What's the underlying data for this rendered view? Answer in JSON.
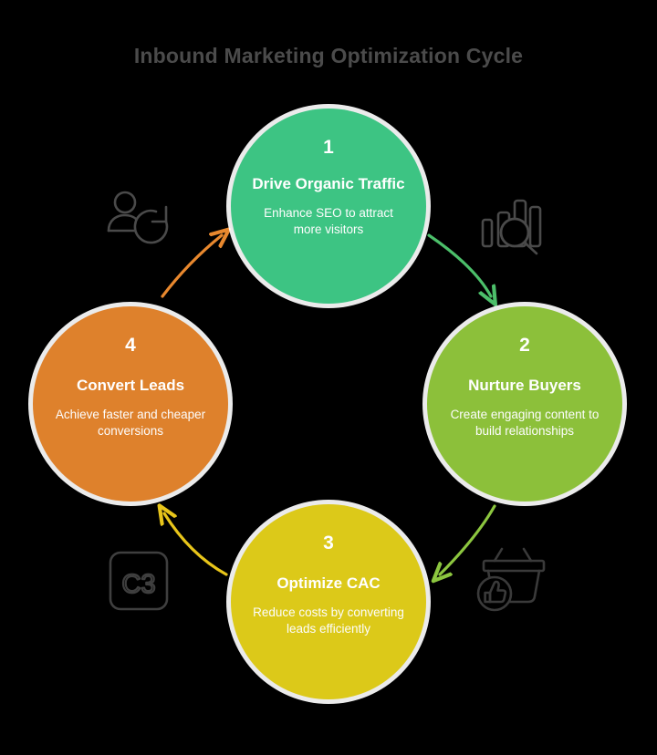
{
  "title": "Inbound Marketing Optimization Cycle",
  "background_color": "#000000",
  "title_color": "#4b4b4b",
  "chart_data": {
    "type": "diagram",
    "layout": "circular-cycle",
    "title": "Inbound Marketing Optimization Cycle",
    "steps": [
      {
        "number": "1",
        "label": "Drive Organic Traffic",
        "description": "Enhance SEO to attract more visitors",
        "color": "#3dc483",
        "position": "top"
      },
      {
        "number": "2",
        "label": "Nurture Buyers",
        "description": "Create engaging content to build relationships",
        "color": "#8cc03a",
        "position": "right"
      },
      {
        "number": "3",
        "label": "Optimize CAC",
        "description": "Reduce costs by converting leads efficiently",
        "color": "#dcc919",
        "position": "bottom"
      },
      {
        "number": "4",
        "label": "Convert Leads",
        "description": "Achieve faster and cheaper conversions",
        "color": "#de812c",
        "position": "left"
      }
    ],
    "arrows": [
      {
        "from": "1",
        "to": "2",
        "color": "#4cbf6a"
      },
      {
        "from": "2",
        "to": "3",
        "color": "#8cc63f"
      },
      {
        "from": "3",
        "to": "4",
        "color": "#e8c51a"
      },
      {
        "from": "4",
        "to": "1",
        "color": "#e8882e"
      }
    ],
    "icons": [
      {
        "name": "user-retention-icon",
        "position": "top-left",
        "color": "#4a4a4a"
      },
      {
        "name": "bar-chart-search-icon",
        "position": "top-right",
        "color": "#4a4a4a"
      },
      {
        "name": "basket-thumbs-up-icon",
        "position": "bottom-right",
        "color": "#3a3a3a"
      },
      {
        "name": "c3-badge-icon",
        "position": "bottom-left",
        "color": "#3f3f3f",
        "text": "C3"
      }
    ]
  },
  "nodes": {
    "step1": {
      "number": "1",
      "label": "Drive Organic Traffic",
      "description": "Enhance SEO to attract more visitors"
    },
    "step2": {
      "number": "2",
      "label": "Nurture Buyers",
      "description": "Create engaging content to build relationships"
    },
    "step3": {
      "number": "3",
      "label": "Optimize CAC",
      "description": "Reduce costs by converting leads efficiently"
    },
    "step4": {
      "number": "4",
      "label": "Convert Leads",
      "description": "Achieve faster and cheaper conversions"
    }
  },
  "icons": {
    "c3_label": "C3"
  }
}
